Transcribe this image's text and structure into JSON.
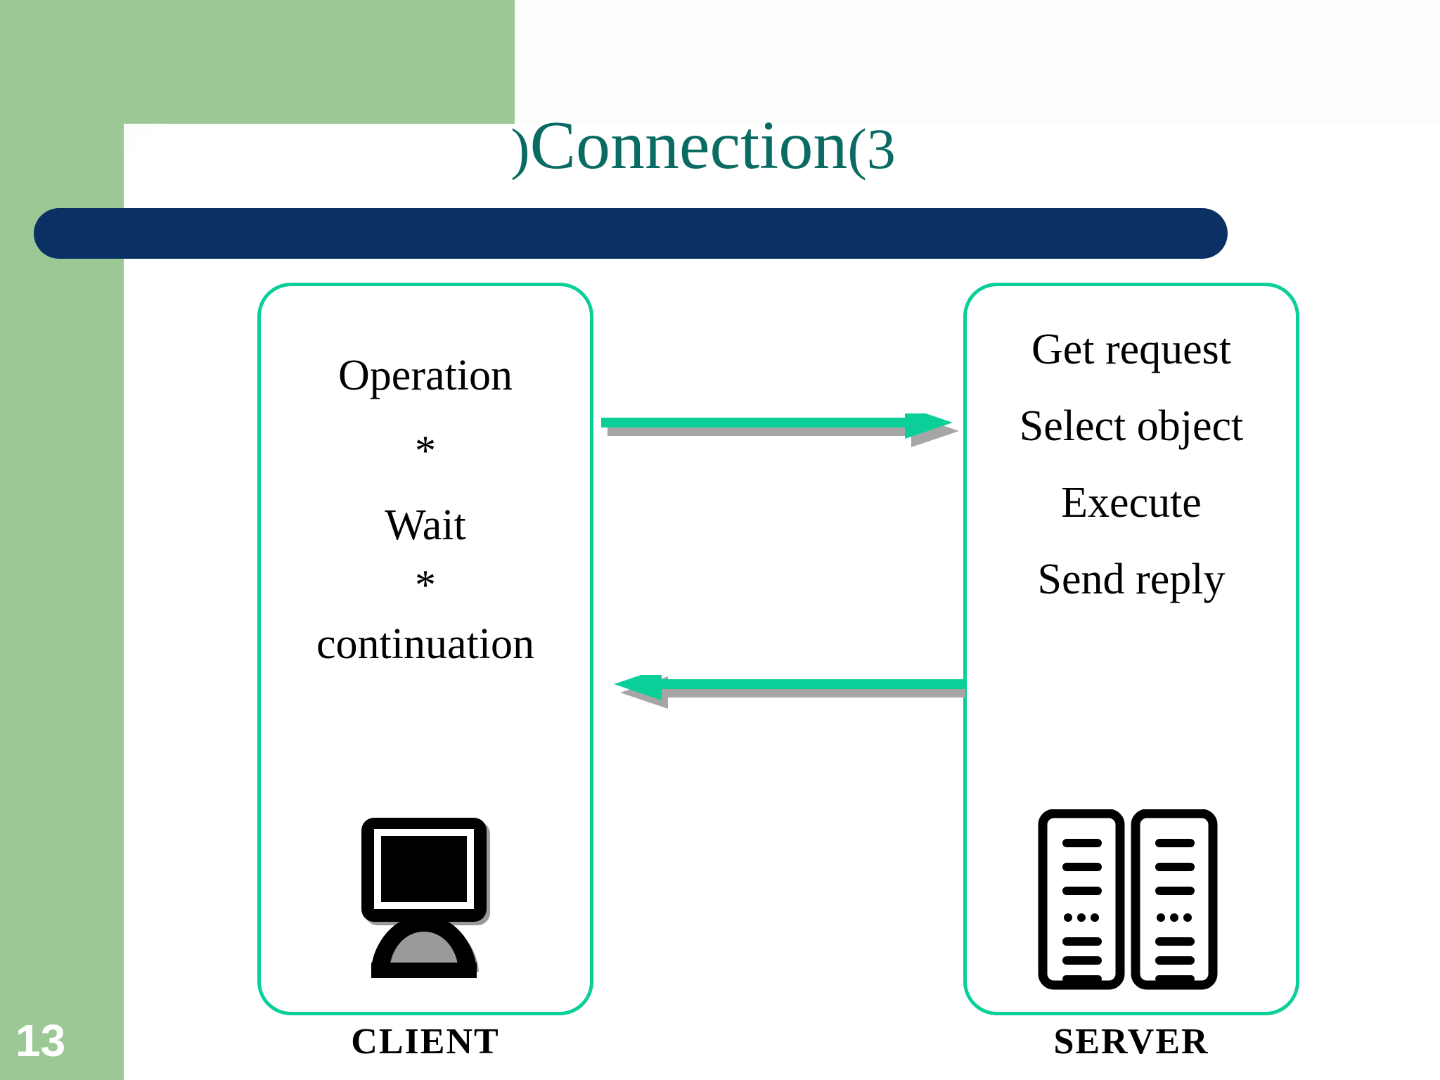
{
  "slide": {
    "page_number": "13",
    "title": "Connection",
    "title_prefix": ")",
    "title_suffix": "(3"
  },
  "colors": {
    "green_panel": "#9CC896",
    "navy_bar": "#0B3164",
    "title_teal": "#0A6B63",
    "box_border_green": "#0ACF99",
    "arrow_green": "#0ACF99",
    "arrow_shadow_gray": "#A6A6A6",
    "page_white": "#FFFFFF",
    "text_black": "#000000"
  },
  "diagram": {
    "client": {
      "caption": "CLIENT",
      "icon": "desktop-monitor-icon",
      "lines": [
        "Operation",
        "*",
        "Wait",
        "*",
        "continuation"
      ]
    },
    "server": {
      "caption": "SERVER",
      "icon": "server-rack-icon",
      "lines": [
        "Get request",
        "Select object",
        "Execute",
        "Send reply"
      ]
    },
    "arrows": [
      {
        "name": "request-arrow",
        "direction": "right",
        "from": "client",
        "to": "server"
      },
      {
        "name": "reply-arrow",
        "direction": "left",
        "from": "server",
        "to": "client"
      }
    ]
  }
}
